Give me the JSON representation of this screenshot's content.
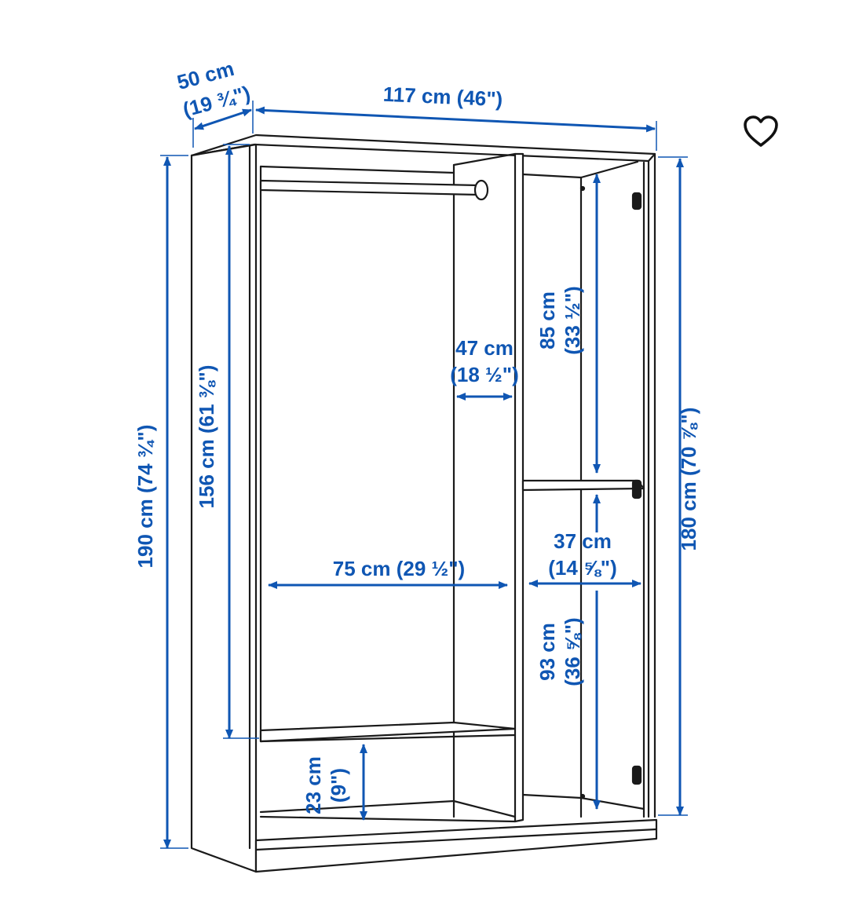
{
  "colors": {
    "dimension": "#0f56b3",
    "outline": "#1a1a1a",
    "background": "#ffffff"
  },
  "icons": {
    "favorite": "heart-outline-icon"
  },
  "dimensions": {
    "depth_cm": "50 cm",
    "depth_in": "(19 ¾\")",
    "width_total": "117 cm (46\")",
    "height_total": "190 cm (74 ¾\")",
    "height_inner": "156 cm (61 ⅜\")",
    "height_right": "180 cm (70 ⅞\")",
    "upper_compartment_cm": "85 cm",
    "upper_compartment_in": "(33 ½\")",
    "right_width_cm": "47 cm",
    "right_width_in": "(18 ½\")",
    "left_width": "75 cm (29 ½\")",
    "shelf_depth_cm": "37 cm",
    "shelf_depth_in": "(14 ⅝\")",
    "lower_compartment_cm": "93 cm",
    "lower_compartment_in": "(36 ⅝\")",
    "bottom_gap_cm": "23 cm",
    "bottom_gap_in": "(9\")"
  }
}
